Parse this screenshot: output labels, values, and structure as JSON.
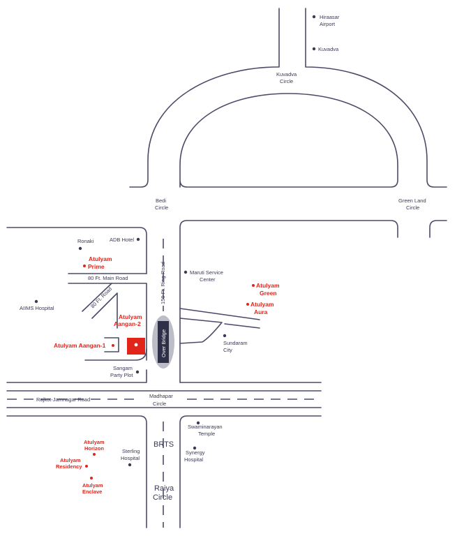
{
  "landmarks": {
    "hiraasar_airport": [
      "Hiraasar",
      "Airport"
    ],
    "kuvadva": "Kuvadva",
    "kuvadva_circle": [
      "Kuvadva",
      "Circle"
    ],
    "bedi_circle": [
      "Bedi",
      "Circle"
    ],
    "green_land_circle": [
      "Green Land",
      "Circle"
    ],
    "ronaki": "Ronaki",
    "adb_hotel": "ADB Hotel",
    "maruti_service_center": [
      "Maruti Service",
      "Center"
    ],
    "aiims_hospital": "AIIMS Hospital",
    "sundaram_city": [
      "Sundaram",
      "City"
    ],
    "sangam_party_plot": [
      "Sangam",
      "Party Plot"
    ],
    "madhapar_circle": [
      "Madhapar",
      "Circle"
    ],
    "swaminarayan_temple": [
      "Swaminarayan",
      "Temple"
    ],
    "synergy_hospital": [
      "Synergy",
      "Hospital"
    ],
    "sterling_hospital": [
      "Sterling",
      "Hospital"
    ],
    "brts": "BRTS",
    "raiya_circle": [
      "Raiya",
      "Circle"
    ]
  },
  "roads": {
    "main_road_80ft": "80 Ft. Main Road",
    "road_80ft": "80 Ft. Road",
    "ring_road_150ft": "150 Ft. Ring Road",
    "over_bridge": "Over Bridge",
    "rajkot_jamnagar_road": "Rajkot-Jamnagar Road"
  },
  "projects": {
    "prime": [
      "Atulyam",
      "Prime"
    ],
    "green": [
      "Atulyam",
      "Green"
    ],
    "aura": [
      "Atulyam",
      "Aura"
    ],
    "aangan2": [
      "Atulyam",
      "Aangan-2"
    ],
    "aangan1": "Atulyam Aangan-1",
    "horizon": [
      "Atulyam",
      "Horizon"
    ],
    "residency": [
      "Atulyam",
      "Residency"
    ],
    "enclave": [
      "Atulyam",
      "Enclave"
    ]
  },
  "colors": {
    "road": "#4a4a68",
    "project": "#e1251b",
    "bridge": "#2f2f48"
  }
}
